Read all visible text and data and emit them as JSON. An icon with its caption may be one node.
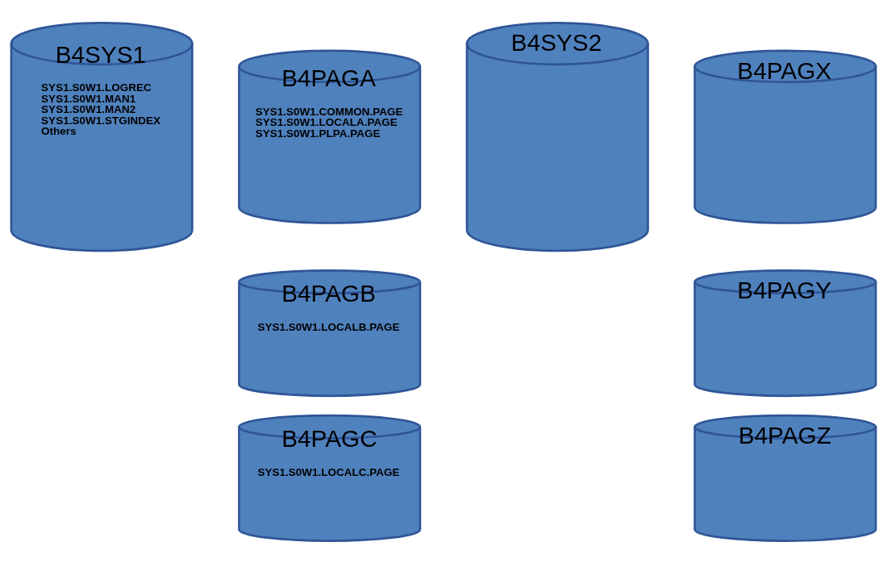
{
  "diagram": {
    "nodes": [
      {
        "text": [
          "B4SYS1",
          "SYS1.S0W1.LOGREC",
          "SYS1.S0W1.MAN1",
          "SYS1.S0W1.MAN2",
          "SYS1.S0W1.STGINDEX",
          "Others"
        ]
      },
      {
        "text": [
          "B4PAGA",
          "SYS1.S0W1.COMMON.PAGE",
          "SYS1.S0W1.LOCALA.PAGE",
          "SYS1.S0W1.PLPA.PAGE"
        ]
      },
      {
        "text": [
          "B4SYS2"
        ]
      },
      {
        "text": [
          "B4PAGX"
        ]
      },
      {
        "text": [
          "B4PAGB",
          "SYS1.S0W1.LOCALB.PAGE"
        ]
      },
      {
        "text": [
          "B4PAGY"
        ]
      },
      {
        "text": [
          "B4PAGC",
          "SYS1.S0W1.LOCALC.PAGE"
        ]
      },
      {
        "text": [
          "B4PAGZ"
        ]
      }
    ],
    "edges": []
  }
}
